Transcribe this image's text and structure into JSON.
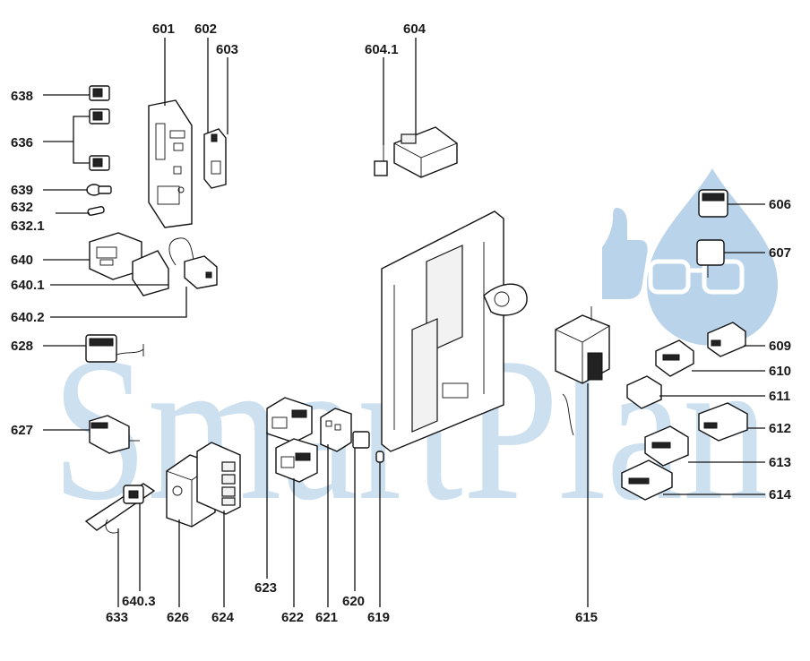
{
  "watermark": {
    "text": "SmartPlan",
    "color": "#b9d4ea"
  },
  "labels": {
    "l601": "601",
    "l602": "602",
    "l603": "603",
    "l604_1": "604.1",
    "l604": "604",
    "l638": "638",
    "l636": "636",
    "l639": "639",
    "l632": "632",
    "l632_1": "632.1",
    "l640": "640",
    "l640_1": "640.1",
    "l640_2": "640.2",
    "l628": "628",
    "l627": "627",
    "l606": "606",
    "l607": "607",
    "l609": "609",
    "l610": "610",
    "l611": "611",
    "l612": "612",
    "l613": "613",
    "l614": "614",
    "l623": "623",
    "l640_3": "640.3",
    "l633": "633",
    "l626": "626",
    "l624": "624",
    "l622": "622",
    "l621": "621",
    "l620": "620",
    "l619": "619",
    "l615": "615"
  }
}
